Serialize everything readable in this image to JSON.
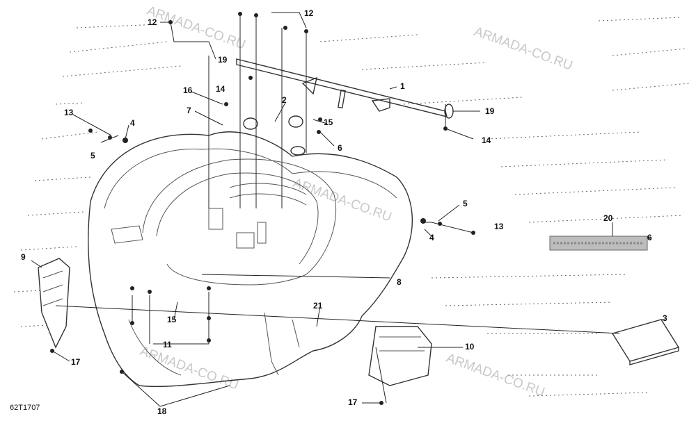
{
  "diagram": {
    "code": "62T1707",
    "watermark": "ARMADA-CO.RU",
    "callouts": {
      "c1": "1",
      "c2": "2",
      "c3": "3",
      "c4a": "4",
      "c4b": "4",
      "c5a": "5",
      "c5b": "5",
      "c6a": "6",
      "c6b": "6",
      "c7": "7",
      "c8": "8",
      "c9": "9",
      "c10": "10",
      "c11": "11",
      "c12a": "12",
      "c12b": "12",
      "c13a": "13",
      "c13b": "13",
      "c14a": "14",
      "c14b": "14",
      "c15a": "15",
      "c15b": "15",
      "c16": "16",
      "c17a": "17",
      "c17b": "17",
      "c18": "18",
      "c19a": "19",
      "c19b": "19",
      "c20": "20",
      "c21": "21"
    }
  }
}
